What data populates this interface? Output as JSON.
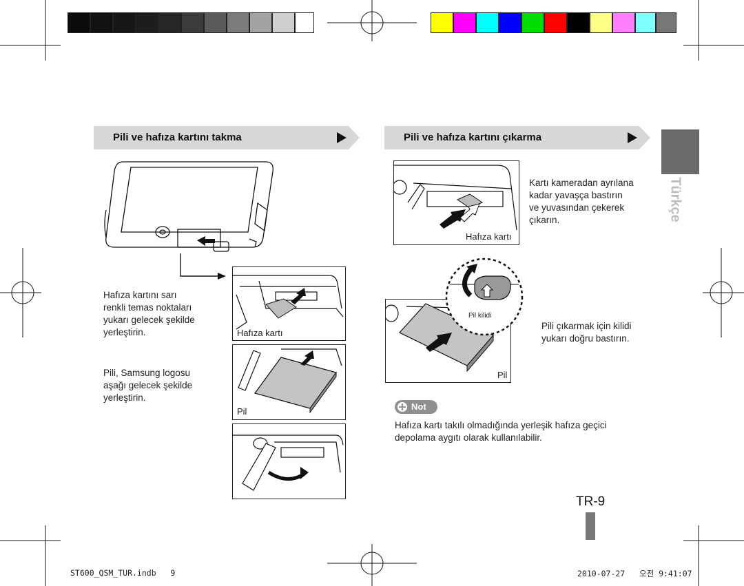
{
  "colors": {
    "grayscale": [
      "#0b0b0b",
      "#111111",
      "#161616",
      "#1d1d1d",
      "#262626",
      "#3c3c3c",
      "#5a5a5a",
      "#7b7b7b",
      "#a3a3a3",
      "#cfcfcf",
      "#ffffff"
    ],
    "color_bar": [
      "#ffff00",
      "#ff00ff",
      "#00ffff",
      "#0000ff",
      "#00dd00",
      "#ff0000",
      "#000000",
      "#ffff88",
      "#ff80ff",
      "#80ffff",
      "#777777"
    ]
  },
  "left_section": {
    "title": "Pili ve hafıza kartını takma",
    "step1_text": "Hafıza kartını sarı\nrenkli temas noktaları\nyukarı gelecek şekilde\nyerleştirin.",
    "step1_caption": "Hafıza kartı",
    "step2_text": "Pili, Samsung logosu\naşağı gelecek şekilde\nyerleştirin.",
    "step2_caption": "Pil"
  },
  "right_section": {
    "title": "Pili ve hafıza kartını çıkarma",
    "card_text": "Kartı kameradan ayrılana\nkadar yavaşça bastırın\nve yuvasından çekerek\nçıkarın.",
    "card_caption": "Hafıza kartı",
    "lock_label": "Pil kilidi",
    "battery_text": "Pili çıkarmak için kilidi\nyukarı doğru bastırın.",
    "battery_caption": "Pil",
    "note_label": "Not",
    "note_text": "Hafıza kartı takılı olmadığında yerleşik hafıza geçici\ndepolama aygıtı olarak kullanılabilir."
  },
  "side_tab": {
    "language": "Türkçe"
  },
  "page_number": "TR-9",
  "footer": {
    "file": "ST600_QSM_TUR.indb   9",
    "timestamp": "2010-07-27   오전 9:41:07"
  }
}
